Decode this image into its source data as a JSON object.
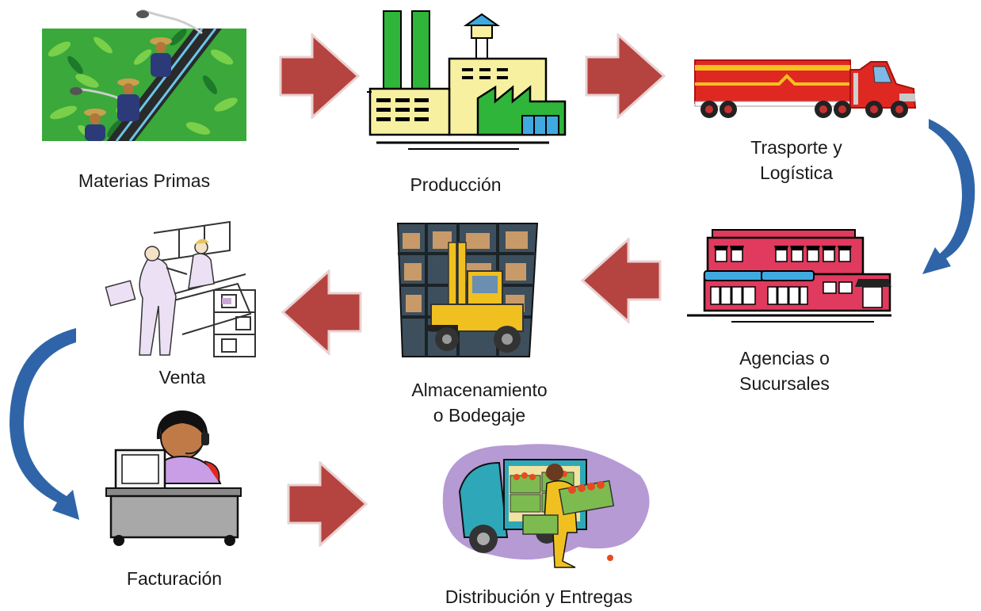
{
  "steps": {
    "materias": "Materias Primas",
    "produccion": "Producción",
    "transporte_1": "Trasporte y",
    "transporte_2": "Logística",
    "agencias_1": "Agencias o",
    "agencias_2": "Sucursales",
    "almacen_1": "Almacenamiento",
    "almacen_2": "o Bodegaje",
    "venta": "Venta",
    "facturacion": "Facturación",
    "distribucion": "Distribución y Entregas"
  },
  "colors": {
    "arrow_red": "#b5433f",
    "curve_blue": "#2f65a8",
    "truck_red": "#e02822",
    "store_pink": "#e03a5e",
    "factory_yellow": "#f6f0a0",
    "factory_green": "#2fb53a"
  }
}
